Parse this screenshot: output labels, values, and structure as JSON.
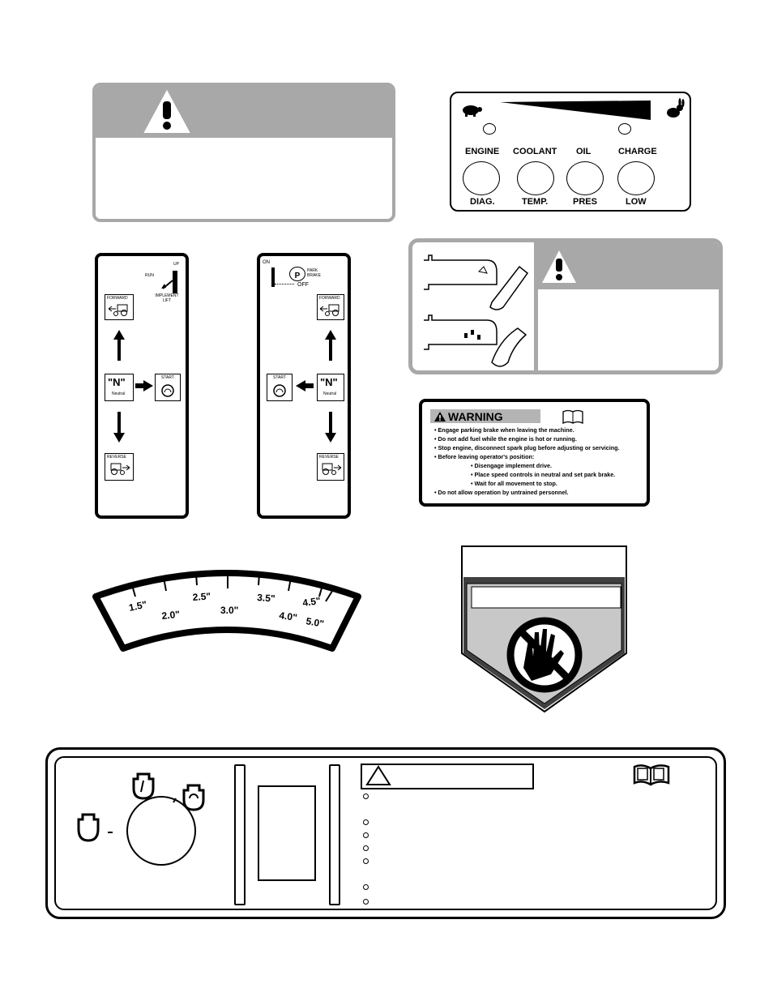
{
  "indicator_panel": {
    "top_labels": [
      "ENGINE",
      "COOLANT",
      "OIL",
      "CHARGE"
    ],
    "bottom_labels": [
      "DIAG.",
      "TEMP.",
      "PRES",
      "LOW"
    ]
  },
  "left_shift_decal": {
    "run_label": "RUN",
    "up_label": "UP",
    "implement_lift_label": "IMPLEMENT LIFT",
    "forward_label": "FORWARD",
    "neutral_letter": "\"N\"",
    "neutral_label": "Neutral",
    "start_label": "START",
    "reverse_label": "REVERSE"
  },
  "right_shift_decal": {
    "on_label": "ON",
    "park_letter": "P",
    "park_brake_label": "PARK BRAKE",
    "off_label": "OFF",
    "forward_label": "FORWARD",
    "neutral_letter": "\"N\"",
    "neutral_label": "Neutral",
    "start_label": "START",
    "reverse_label": "REVERSE"
  },
  "warning_decal": {
    "title": "WARNING",
    "lines": [
      "• Engage parking brake when leaving the machine.",
      "• Do not add fuel while the engine is hot or running.",
      "• Stop engine, disconnect spark plug before adjusting or servicing.",
      "• Before leaving operator's position:",
      "• Disengage implement drive.",
      "• Place speed controls in neutral and set park brake.",
      "• Wait for all movement to stop.",
      "• Do not allow operation by untrained personnel."
    ]
  },
  "height_gauge": {
    "labels": [
      "1.5\"",
      "2.0\"",
      "2.5\"",
      "3.0\"",
      "3.5\"",
      "4.0\"",
      "4.5\"",
      "5.0\""
    ]
  },
  "colors": {
    "gray_header": "#a8a8a8",
    "gray_panel": "#c8c8c8",
    "border": "#000000"
  }
}
